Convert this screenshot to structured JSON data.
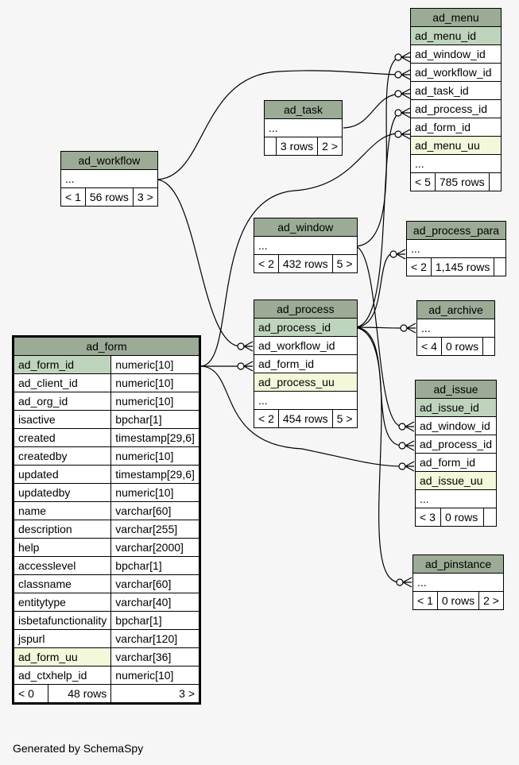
{
  "footer": "Generated by SchemaSpy",
  "tables": {
    "ad_menu": {
      "name": "ad_menu",
      "cols": [
        "ad_menu_id",
        "ad_window_id",
        "ad_workflow_id",
        "ad_task_id",
        "ad_process_id",
        "ad_form_id",
        "ad_menu_uu",
        "..."
      ],
      "nav": [
        "< 5",
        "785 rows",
        ""
      ]
    },
    "ad_task": {
      "name": "ad_task",
      "cols": [
        "..."
      ],
      "nav": [
        "",
        "3 rows",
        "2 >"
      ]
    },
    "ad_workflow": {
      "name": "ad_workflow",
      "cols": [
        "..."
      ],
      "nav": [
        "< 1",
        "56 rows",
        "3 >"
      ]
    },
    "ad_window": {
      "name": "ad_window",
      "cols": [
        "..."
      ],
      "nav": [
        "< 2",
        "432 rows",
        "5 >"
      ]
    },
    "ad_process_para": {
      "name": "ad_process_para",
      "cols": [
        "..."
      ],
      "nav": [
        "< 2",
        "1,145 rows",
        ""
      ]
    },
    "ad_process": {
      "name": "ad_process",
      "cols": [
        "ad_process_id",
        "ad_workflow_id",
        "ad_form_id",
        "ad_process_uu",
        "..."
      ],
      "nav": [
        "< 2",
        "454 rows",
        "5 >"
      ]
    },
    "ad_archive": {
      "name": "ad_archive",
      "cols": [
        "..."
      ],
      "nav": [
        "< 4",
        "0 rows",
        ""
      ]
    },
    "ad_issue": {
      "name": "ad_issue",
      "cols": [
        "ad_issue_id",
        "ad_window_id",
        "ad_process_id",
        "ad_form_id",
        "ad_issue_uu",
        "..."
      ],
      "nav": [
        "< 3",
        "0 rows",
        ""
      ]
    },
    "ad_pinstance": {
      "name": "ad_pinstance",
      "cols": [
        "..."
      ],
      "nav": [
        "< 1",
        "0 rows",
        "2 >"
      ]
    },
    "ad_form": {
      "name": "ad_form",
      "cols": [
        [
          "ad_form_id",
          "numeric[10]"
        ],
        [
          "ad_client_id",
          "numeric[10]"
        ],
        [
          "ad_org_id",
          "numeric[10]"
        ],
        [
          "isactive",
          "bpchar[1]"
        ],
        [
          "created",
          "timestamp[29,6]"
        ],
        [
          "createdby",
          "numeric[10]"
        ],
        [
          "updated",
          "timestamp[29,6]"
        ],
        [
          "updatedby",
          "numeric[10]"
        ],
        [
          "name",
          "varchar[60]"
        ],
        [
          "description",
          "varchar[255]"
        ],
        [
          "help",
          "varchar[2000]"
        ],
        [
          "accesslevel",
          "bpchar[1]"
        ],
        [
          "classname",
          "varchar[60]"
        ],
        [
          "entitytype",
          "varchar[40]"
        ],
        [
          "isbetafunctionality",
          "bpchar[1]"
        ],
        [
          "jspurl",
          "varchar[120]"
        ],
        [
          "ad_form_uu",
          "varchar[36]"
        ],
        [
          "ad_ctxhelp_id",
          "numeric[10]"
        ]
      ],
      "nav": [
        "< 0",
        "48 rows",
        "3 >"
      ]
    }
  }
}
